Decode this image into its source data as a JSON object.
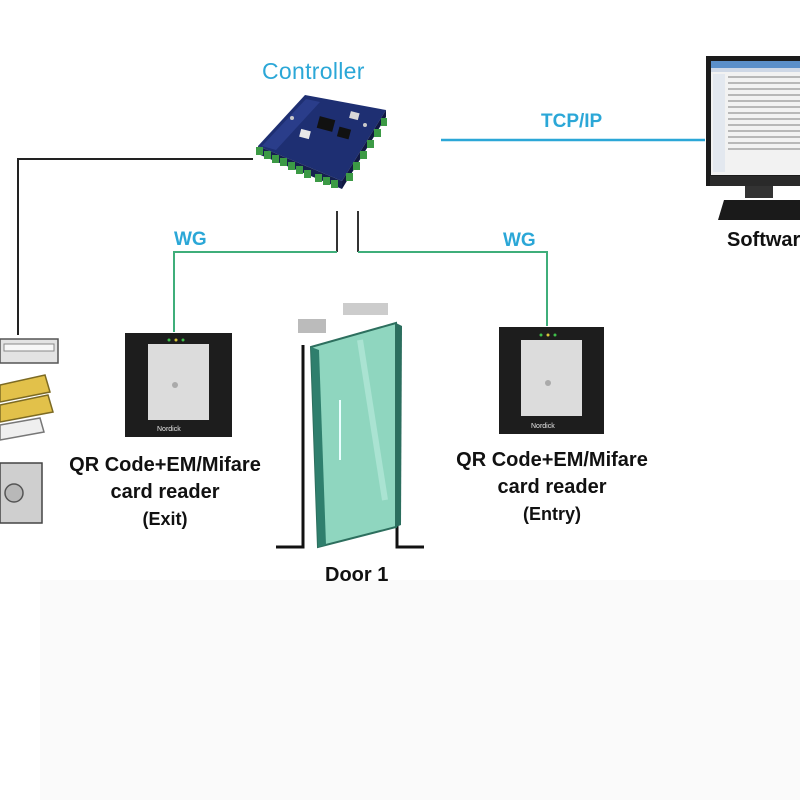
{
  "diagram": {
    "controller_label": "Controller",
    "network_label": "TCP/IP",
    "wiegand_left_label": "WG",
    "wiegand_right_label": "WG",
    "software_label": "Software",
    "exit_reader": {
      "line1": "QR Code+EM/Mifare",
      "line2": "card reader",
      "line3": "(Exit)"
    },
    "entry_reader": {
      "line1": "QR Code+EM/Mifare",
      "line2": "card reader",
      "line3": "(Entry)"
    },
    "door_label": "Door 1",
    "colors": {
      "connection_line": "#2ba7d7",
      "wiegand_line": "#3fae7a",
      "power_line": "#222222"
    }
  }
}
